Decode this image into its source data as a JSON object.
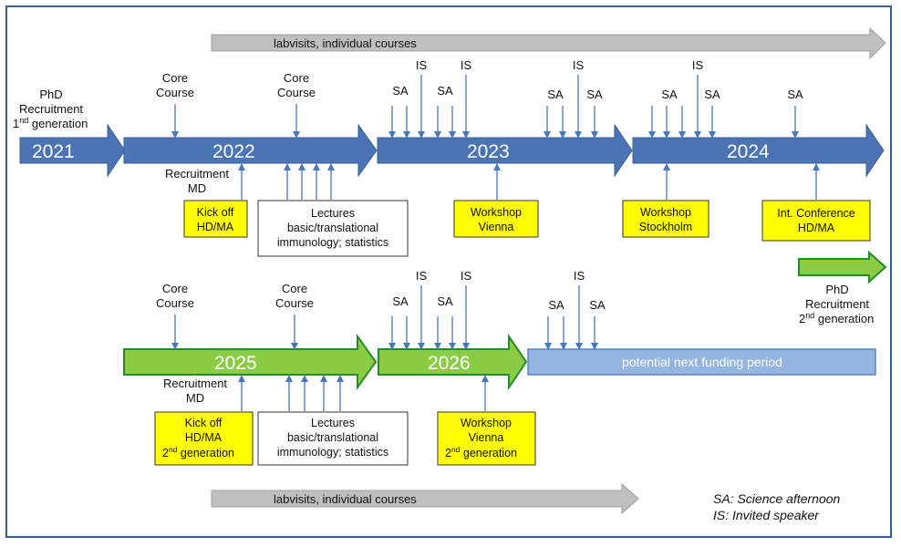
{
  "banners": {
    "top": "labvisits, individual courses",
    "bottom": "labvisits, individual courses"
  },
  "years": {
    "y2021": "2021",
    "y2022": "2022",
    "y2023": "2023",
    "y2024": "2024",
    "y2025": "2025",
    "y2026": "2026",
    "next": "potential next funding period"
  },
  "labels": {
    "phd1_l1": "PhD",
    "phd1_l2": "Recruitment",
    "phd1_l3": "1",
    "phd1_sup": "nd",
    "phd1_l3b": " generation",
    "phd2_l1": "PhD",
    "phd2_l2": "Recruitment",
    "phd2_l3": "2",
    "phd2_sup": "nd",
    "phd2_l3b": " generation",
    "core": "Core",
    "course": "Course",
    "sa": "SA",
    "is": "IS",
    "recruit": "Recruitment",
    "md": "MD"
  },
  "boxes": {
    "kickoff1": [
      "Kick off",
      "HD/MA"
    ],
    "lectures": [
      "Lectures",
      "basic/translational",
      "immunology; statistics"
    ],
    "vienna1": [
      "Workshop",
      "Vienna"
    ],
    "stockholm": [
      "Workshop",
      "Stockholm"
    ],
    "conference": [
      "Int. Conference",
      "HD/MA"
    ],
    "kickoff2": [
      "Kick off",
      "HD/MA"
    ],
    "kickoff2_gen": "2",
    "kickoff2_sup": "nd",
    "kickoff2_genb": " generation",
    "vienna2": [
      "Workshop",
      "Vienna"
    ],
    "vienna2_gen": "2",
    "vienna2_sup": "nd",
    "vienna2_genb": " generation"
  },
  "legend": {
    "sa": "SA: Science afternoon",
    "is": "IS: Invited speaker"
  },
  "colors": {
    "blue": "#4a74b4",
    "green": "#8ccc44",
    "lightblue": "#93b5e0",
    "gray": "#bfbfbf",
    "yellow": "#ffff00",
    "arrow": "#4a77b8"
  }
}
